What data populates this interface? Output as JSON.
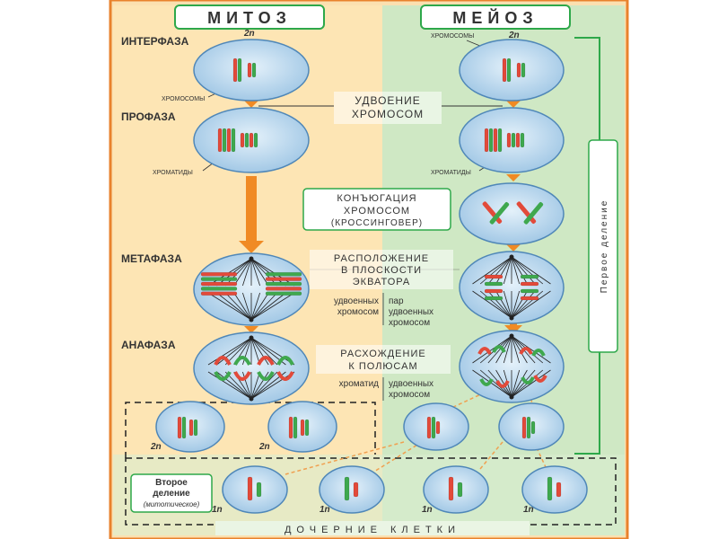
{
  "headers": {
    "mitosis": "МИТОЗ",
    "meiosis": "МЕЙОЗ"
  },
  "phases": {
    "interphase": "ИНТЕРФАЗА",
    "prophase": "ПРОФАЗА",
    "metaphase": "МЕТАФАЗА",
    "anaphase": "АНАФАЗА"
  },
  "ploidy": {
    "diploid": "2n",
    "haploid": "1n"
  },
  "labels": {
    "chromosomes": "ХРОМОСОМЫ",
    "chromatids": "ХРОМАТИДЫ"
  },
  "center_labels": {
    "doubling_line1": "УДВОЕНИЕ",
    "doubling_line2": "ХРОМОСОМ",
    "conjugation_line1": "КОНЪЮГАЦИЯ",
    "conjugation_line2": "ХРОМОСОМ",
    "conjugation_line3": "(КРОССИНГОВЕР)",
    "alignment_line1": "РАСПОЛОЖЕНИЕ",
    "alignment_line2": "В ПЛОСКОСТИ",
    "alignment_line3": "ЭКВАТОРА",
    "metaphase_left_line1": "удвоенных",
    "metaphase_left_line2": "хромосом",
    "metaphase_right_line1": "пар",
    "metaphase_right_line2": "удвоенных",
    "metaphase_right_line3": "хромосом",
    "separation_line1": "РАСХОЖДЕНИЕ",
    "separation_line2": "К ПОЛЮСАМ",
    "anaphase_left": "хроматид",
    "anaphase_right_line1": "удвоенных",
    "anaphase_right_line2": "хромосом"
  },
  "side_labels": {
    "first_division": "Первое деление",
    "second_division_line1": "Второе",
    "second_division_line2": "деление",
    "second_division_line3": "(митотическое)",
    "daughter_cells": "ДОЧЕРНИЕ КЛЕТКИ"
  },
  "colors": {
    "mitosis_bg": "#fde5b4",
    "meiosis_bg": "#cfe8c4",
    "frame": "#e8822d",
    "green_line": "#2ea84a",
    "arrow": "#f08a24",
    "cell_fill": "#aacde8",
    "cell_stroke": "#4f87b8",
    "chromosome_red": "#e24a3a",
    "chromosome_green": "#3fa84e",
    "text": "#333333"
  }
}
